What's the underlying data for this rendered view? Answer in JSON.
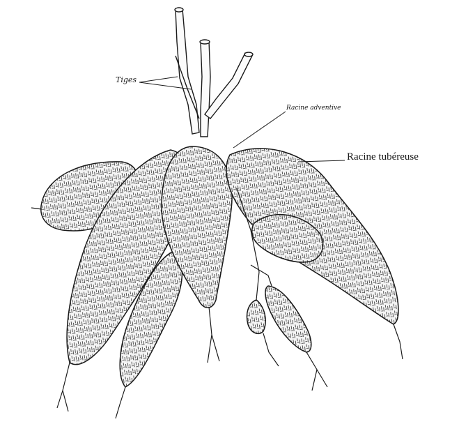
{
  "labels": {
    "tiges": "Tiges",
    "racine_adventive": "Racine adventive",
    "racine_tubereuse": "Racine tubéreuse"
  },
  "colors": {
    "ink": "#1a1a1a",
    "paper": "#ffffff"
  }
}
